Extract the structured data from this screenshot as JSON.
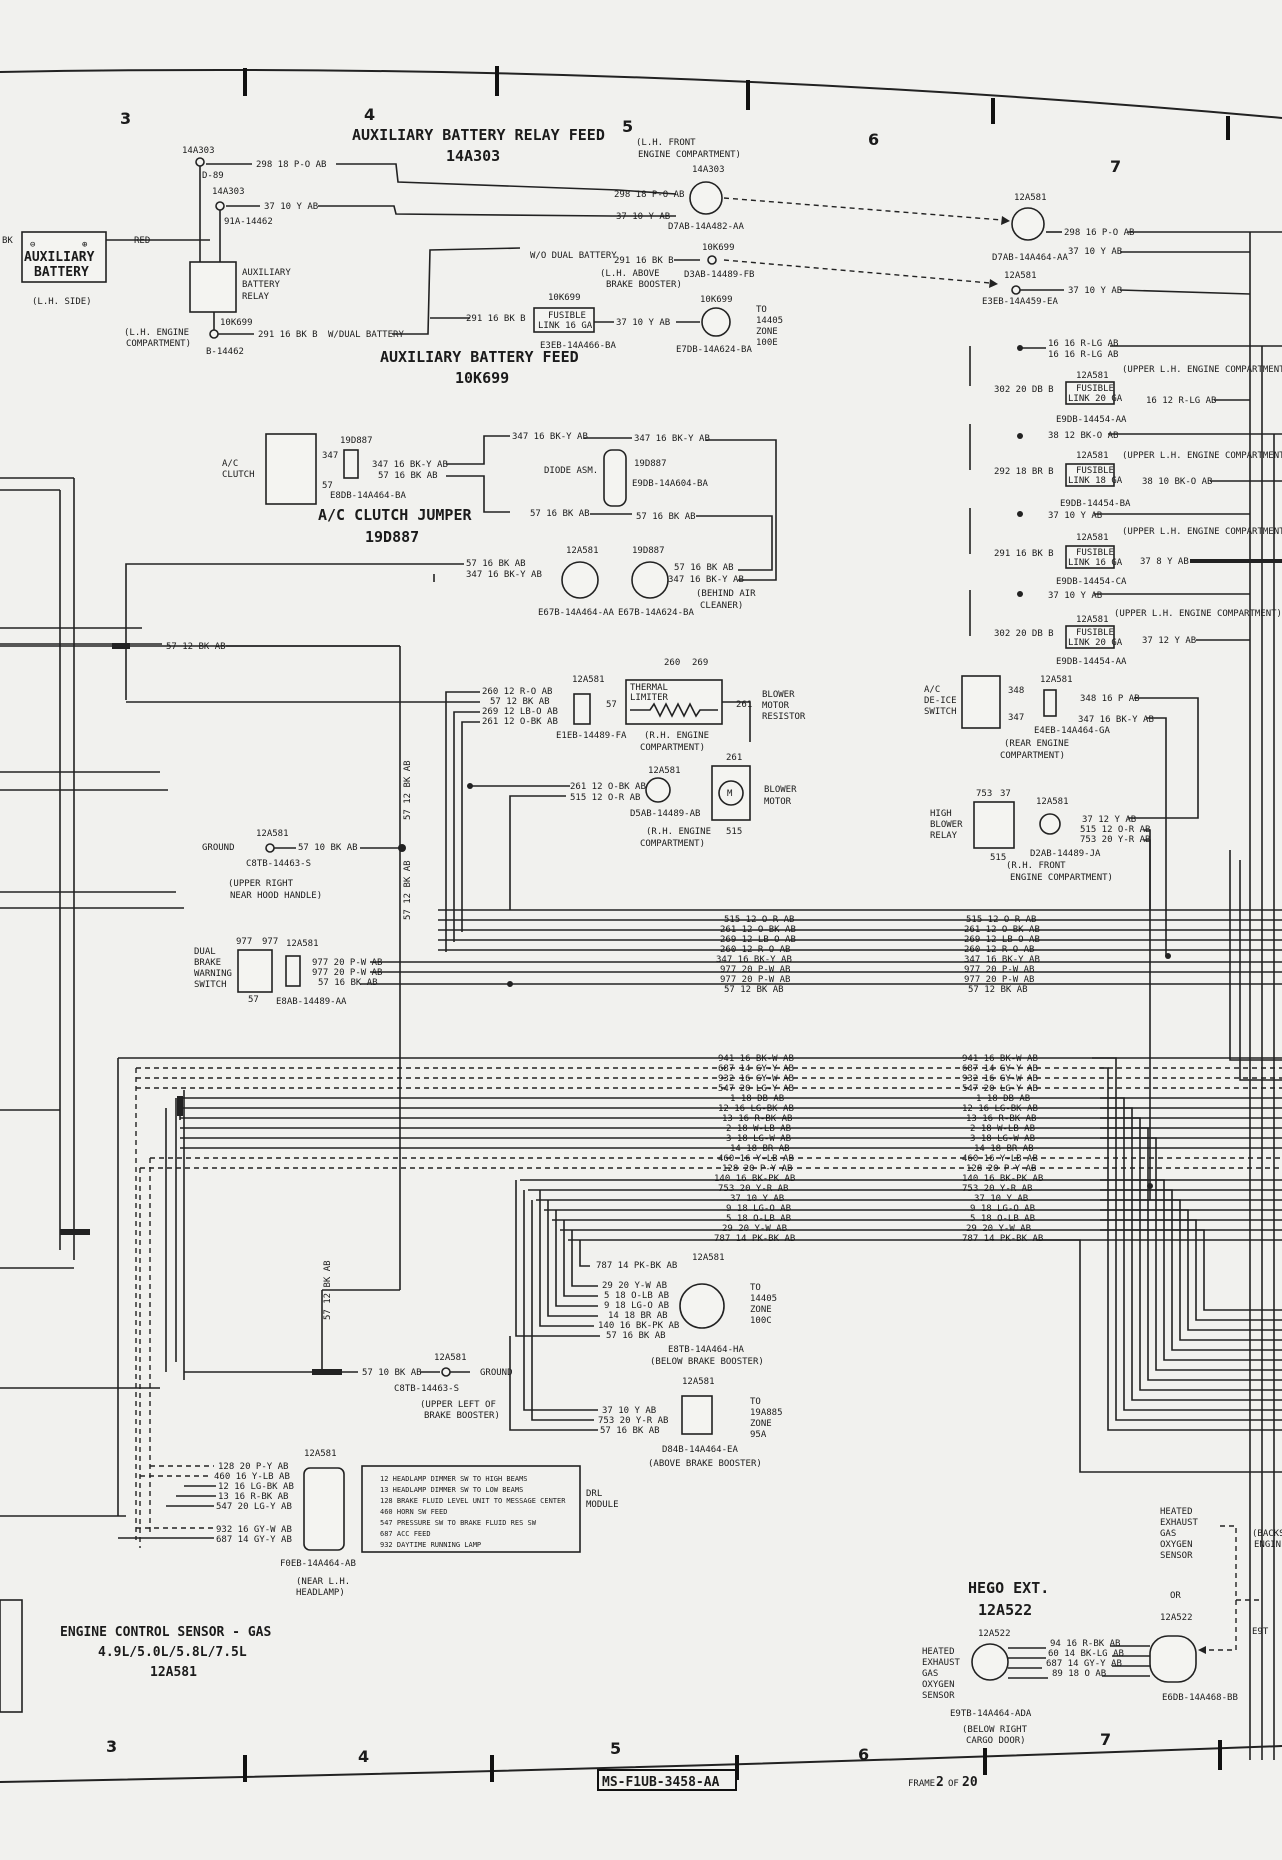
{
  "grid": {
    "top": [
      "3",
      "4",
      "5",
      "6",
      "7"
    ],
    "bottom": [
      "3",
      "4",
      "5",
      "6",
      "7"
    ]
  },
  "titles": {
    "relay_feed": "AUXILIARY BATTERY RELAY FEED",
    "relay_feed_code": "14A303",
    "battery_feed": "AUXILIARY BATTERY FEED",
    "battery_feed_code": "10K699",
    "ac_jumper": "A/C CLUTCH JUMPER",
    "ac_jumper_code": "19D887",
    "hego": "HEGO EXT.",
    "hego_code": "12A522",
    "ecs_1": "ENGINE CONTROL SENSOR - GAS",
    "ecs_2": "4.9L/5.0L/5.8L/7.5L",
    "ecs_3": "12A581"
  },
  "battery": {
    "label_1": "AUXILIARY",
    "label_2": "BATTERY",
    "side": "(L.H. SIDE)",
    "red": "RED",
    "bk": "BK"
  },
  "relay": {
    "l1": "AUXILIARY",
    "l2": "BATTERY",
    "l3": "RELAY",
    "loc1": "(L.H. ENGINE",
    "loc2": "COMPARTMENT)",
    "c1": "14A303",
    "c2": "D-89",
    "c3": "14A303",
    "c4": "91A-14462",
    "c5": "10K699",
    "c6": "B-14462",
    "w1": "298 18 P-O AB",
    "w2": "37 10 Y AB",
    "w3": "291 16 BK B",
    "w4": "W/DUAL BATTERY"
  },
  "front": {
    "l1": "(L.H. FRONT",
    "l2": "ENGINE COMPARTMENT)",
    "conn": "14A303",
    "w1": "298 18 P-O AB",
    "w2": "37 10 Y AB",
    "part": "D7AB-14A482-AA"
  },
  "link10k": {
    "wo": "W/O DUAL BATTERY",
    "w1": "291 16 BK B",
    "c1": "10K699",
    "p1": "D3AB-14489-FB",
    "loc1": "(L.H. ABOVE",
    "loc2": "BRAKE BOOSTER)",
    "w2": "291 16 BK B",
    "fl1": "FUSIBLE",
    "fl2": "LINK 16 GA",
    "c2": "10K699",
    "w3": "37 10 Y AB",
    "p2": "E3EB-14A466-BA",
    "c3": "10K699",
    "p3": "E7DB-14A624-BA",
    "to1": "TO",
    "to2": "14405",
    "to3": "ZONE",
    "to4": "100E"
  },
  "right_top": {
    "c1": "12A581",
    "w1": "298 16 P-O AB",
    "w2": "37 10 Y AB",
    "p1": "D7AB-14A464-AA",
    "c2": "12A581",
    "w3": "37 10 Y AB",
    "p2": "E3EB-14A459-EA"
  },
  "fusible": [
    {
      "wa": "16 16 R-LG AB",
      "wb": "16 16 R-LG AB",
      "loc": "(UPPER L.H. ENGINE COMPARTMENT)",
      "conn": "12A581",
      "fl": "FUSIBLE",
      "ga": "LINK 20 GA",
      "win": "302 20 DB B",
      "wout": "16 12 R-LG AB",
      "part": "E9DB-14454-AA"
    },
    {
      "wa": "38 12 BK-O AB",
      "wb": "",
      "loc": "(UPPER L.H. ENGINE COMPARTMENT)",
      "conn": "12A581",
      "fl": "FUSIBLE",
      "ga": "LINK 18 GA",
      "win": "292 18 BR B",
      "wout": "38 10 BK-O AB",
      "part": "E9DB-14454-BA"
    },
    {
      "wa": "37 10 Y AB",
      "wb": "",
      "loc": "(UPPER L.H. ENGINE COMPARTMENT)",
      "conn": "12A581",
      "fl": "FUSIBLE",
      "ga": "LINK 16 GA",
      "win": "291 16 BK B",
      "wout": "37 8 Y AB",
      "part": "E9DB-14454-CA"
    },
    {
      "wa": "37 10 Y AB",
      "wb": "",
      "loc": "(UPPER L.H. ENGINE COMPARTMENT)",
      "conn": "12A581",
      "fl": "FUSIBLE",
      "ga": "LINK 20 GA",
      "win": "302 20 DB B",
      "wout": "37 12 Y AB",
      "part": "E9DB-14454-AA"
    }
  ],
  "ac": {
    "clutch1": "A/C",
    "clutch2": "CLUTCH",
    "p347": "347",
    "p57": "57",
    "conn": "19D887",
    "w1": "347 16 BK-Y AB",
    "w2": "57 16 BK AB",
    "part": "E8DB-14A464-BA",
    "d_w1": "347 16 BK-Y AB",
    "d_w2": "347 16 BK-Y AB",
    "diode": "DIODE ASM.",
    "d_code": "19D887",
    "d_part": "E9DB-14A604-BA",
    "d_w3": "57 16 BK AB",
    "d_w4": "57 16 BK AB"
  },
  "aircleaner": {
    "w1": "57 16 BK AB",
    "w2": "347 16 BK-Y AB",
    "c1": "12A581",
    "c2": "19D887",
    "w3": "57 16 BK AB",
    "w4": "347 16 BK-Y AB",
    "p1": "E67B-14A464-AA",
    "p2": "E67B-14A624-BA",
    "loc1": "(BEHIND AIR",
    "loc2": "CLEANER)"
  },
  "left_wire": "57 12 BK AB",
  "blower": {
    "w1": "260 12 R-O AB",
    "w2": "57 12 BK AB",
    "w3": "269 12 LB-O AB",
    "w4": "261 12 O-BK AB",
    "conn": "12A581",
    "part": "E1EB-14489-FA",
    "p260": "260",
    "p269": "269",
    "p57": "57",
    "p261": "261",
    "lim1": "THERMAL",
    "lim2": "LIMITER",
    "res1": "BLOWER",
    "res2": "MOTOR",
    "res3": "RESISTOR",
    "loc1": "(R.H. ENGINE",
    "loc2": "COMPARTMENT)",
    "m_w1": "261 12 O-BK AB",
    "m_w2": "515 12 O-R AB",
    "m_conn": "12A581",
    "m_part": "D5AB-14489-AB",
    "m_loc1": "(R.H. ENGINE",
    "m_loc2": "COMPARTMENT)",
    "m261": "261",
    "m515": "515",
    "motor1": "BLOWER",
    "motor2": "MOTOR",
    "m": "M"
  },
  "ground1": {
    "label": "GROUND",
    "conn": "12A581",
    "wire": "57 10 BK AB",
    "part": "C8TB-14463-S",
    "loc1": "(UPPER RIGHT",
    "loc2": "NEAR HOOD HANDLE)"
  },
  "vert_wires": [
    "57 12 BK AB",
    "57 12 BK AB",
    "57 12 BK AB"
  ],
  "dbws": {
    "l1": "DUAL",
    "l2": "BRAKE",
    "l3": "WARNING",
    "l4": "SWITCH",
    "p977a": "977",
    "p977b": "977",
    "p57": "57",
    "conn": "12A581",
    "w1": "977 20 P-W AB",
    "w2": "977 20 P-W AB",
    "w3": "57 16 BK AB",
    "part": "E8AB-14489-AA"
  },
  "bus1": [
    "515 12 O-R AB",
    "261 12 O-BK AB",
    "269 12 LB-O AB",
    "260 12 R-O AB",
    "347 16 BK-Y AB",
    "977 20 P-W AB",
    "977 20 P-W AB",
    "57 12 BK AB"
  ],
  "bus2": [
    "941 16 BK-W AB",
    "687 14 GY-Y AB",
    "932 16 GY-W AB",
    "547 20 LG-Y AB",
    "1 18 DB AB",
    "12 16 LG-BK AB",
    "13 16 R-BK AB",
    "2 18 W-LB AB",
    "3 18 LG-W AB",
    "14 18 BR AB",
    "460 16 Y-LB AB",
    "128 20 P-Y AB",
    "140 16 BK-PK AB",
    "753 20 Y-R AB",
    "37 10 Y AB",
    "9 18 LG-O AB",
    "5 18 O-LB AB",
    "29 20 Y-W AB",
    "787 14 PK-BK AB"
  ],
  "deice": {
    "l1": "A/C",
    "l2": "DE-ICE",
    "l3": "SWITCH",
    "p348": "348",
    "p347": "347",
    "conn": "12A581",
    "w1": "348 16 P AB",
    "w2": "347 16 BK-Y AB",
    "part": "E4EB-14A464-GA",
    "loc1": "(REAR ENGINE",
    "loc2": "COMPARTMENT)"
  },
  "hbr": {
    "l1": "HIGH",
    "l2": "BLOWER",
    "l3": "RELAY",
    "p753": "753",
    "p37": "37",
    "p515": "515",
    "conn": "12A581",
    "w1": "37 12 Y AB",
    "w2": "515 12 O-R AB",
    "w3": "753 20 Y-R AB",
    "part": "D2AB-14489-JA",
    "loc1": "(R.H. FRONT",
    "loc2": "ENGINE COMPARTMENT)"
  },
  "c100c": {
    "w0": "787 14 PK-BK AB",
    "conn": "12A581",
    "w1": "29 20 Y-W AB",
    "w2": "5 18 O-LB AB",
    "w3": "9 18 LG-O AB",
    "w4": "14 18 BR AB",
    "w5": "140 16 BK-PK AB",
    "w6": "57 16 BK AB",
    "to1": "TO",
    "to2": "14405",
    "to3": "ZONE",
    "to4": "100C",
    "part": "E8TB-14A464-HA",
    "loc": "(BELOW BRAKE BOOSTER)"
  },
  "ground2": {
    "wire": "57 10 BK AB",
    "conn": "12A581",
    "label": "GROUND",
    "part": "C8TB-14463-S",
    "loc1": "(UPPER LEFT OF",
    "loc2": "BRAKE BOOSTER)"
  },
  "c95a": {
    "conn": "12A581",
    "w1": "37 10 Y AB",
    "w2": "753 20 Y-R AB",
    "w3": "57 16 BK AB",
    "to1": "TO",
    "to2": "19A885",
    "to3": "ZONE",
    "to4": "95A",
    "part": "D84B-14A464-EA",
    "loc": "(ABOVE BRAKE BOOSTER)"
  },
  "headlamp": {
    "conn": "12A581",
    "w1": "128 20 P-Y AB",
    "w2": "460 16 Y-LB AB",
    "w3": "12 16 LG-BK AB",
    "w4": "13 16 R-BK AB",
    "w5": "547 20 LG-Y AB",
    "w6": "932 16 GY-W AB",
    "w7": "687 14 GY-Y AB",
    "part": "F0EB-14A464-AB",
    "loc1": "(NEAR L.H.",
    "loc2": "HEADLAMP)"
  },
  "legend": [
    "12  HEADLAMP DIMMER SW TO HIGH BEAMS",
    "13  HEADLAMP DIMMER SW TO LOW BEAMS",
    "128 BRAKE FLUID LEVEL UNIT TO MESSAGE CENTER",
    "460 HORN SW FEED",
    "547 PRESSURE SW TO BRAKE FLUID RES SW",
    "687 ACC FEED",
    "932 DAYTIME RUNNING LAMP"
  ],
  "drl": {
    "l1": "DRL",
    "l2": "MODULE"
  },
  "hego": {
    "s1": "HEATED",
    "s2": "EXHAUST",
    "s3": "GAS",
    "s4": "OXYGEN",
    "s5": "SENSOR",
    "conn1": "12A522",
    "w1": "94 16 R-BK AB",
    "w2": "60 14 BK-LG AB",
    "w3": "687 14 GY-Y AB",
    "w4": "89 18 O AB",
    "p1": "E9TB-14A464-ADA",
    "loc1": "(BELOW RIGHT",
    "loc2": "CARGO DOOR)",
    "conn2": "12A522",
    "p2": "E6DB-14A468-BB",
    "r1": "HEATED",
    "r2": "EXHAUST",
    "r3": "GAS",
    "r4": "OXYGEN",
    "r5": "SENSOR",
    "or": "OR",
    "conn3": "12A522",
    "cut1": "(BACKSI",
    "cut2": "ENGIN",
    "cut3": "E9T"
  },
  "footer": {
    "doc": "MS-F1UB-3458-AA",
    "frame_label": "FRAME",
    "frame_num": "2",
    "frame_of": "OF",
    "frame_total": "20"
  }
}
